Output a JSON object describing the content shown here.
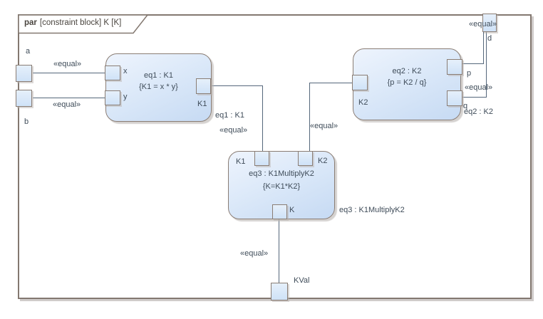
{
  "tab": {
    "keyword": "par",
    "rest": "[constraint block] K [K]"
  },
  "stereotype_equal": "«equal»",
  "blocks": {
    "eq1": {
      "name": "eq1 : K1",
      "constraint": "{K1 = x * y}",
      "port_x": "x",
      "port_y": "y",
      "port_k1": "K1"
    },
    "eq2": {
      "name": "eq2 : K2",
      "constraint": "{p = K2 / q}",
      "port_k2": "K2",
      "port_p": "p",
      "port_q": "q"
    },
    "eq3": {
      "name": "eq3 : K1MultiplyK2",
      "constraint": "{K=K1*K2}",
      "port_k1": "K1",
      "port_k2": "K2",
      "port_k": "K"
    }
  },
  "boundary": {
    "a": "a",
    "b": "b",
    "d": "d",
    "kval": "KVal"
  },
  "connector_labels": {
    "eq1": "eq1 : K1",
    "eq2": "eq2 : K2",
    "eq3": "eq3 : K1MultiplyK2"
  },
  "colors": {
    "frame_border": "#837870",
    "block_border": "#8a7d74",
    "block_fill_top": "#eef4fd",
    "block_fill_bottom": "#c6daf3",
    "connector": "#55677b",
    "text": "#3f4c59"
  }
}
